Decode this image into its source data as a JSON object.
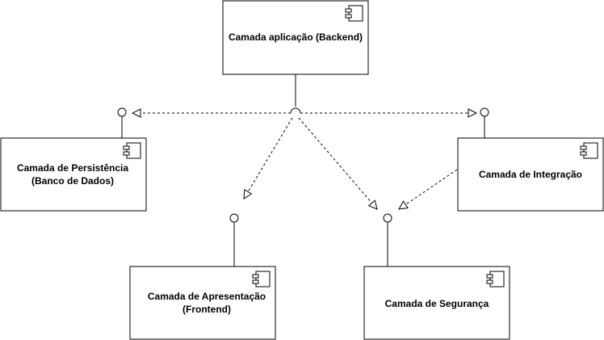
{
  "diagram": {
    "components": {
      "backend": {
        "label_lines": [
          "Camada aplicação (Backend)"
        ]
      },
      "persistencia": {
        "label_lines": [
          "Camada de Persistência",
          "(Banco de Dados)"
        ]
      },
      "integracao": {
        "label_lines": [
          "Camada de Integração"
        ]
      },
      "apresentacao": {
        "label_lines": [
          "Camada de Apresentação",
          "(Frontend)"
        ]
      },
      "seguranca": {
        "label_lines": [
          "Camada de Segurança"
        ]
      }
    },
    "component_icon": "uml-component-icon",
    "line_color": "#000000",
    "background": "#ffffff"
  }
}
